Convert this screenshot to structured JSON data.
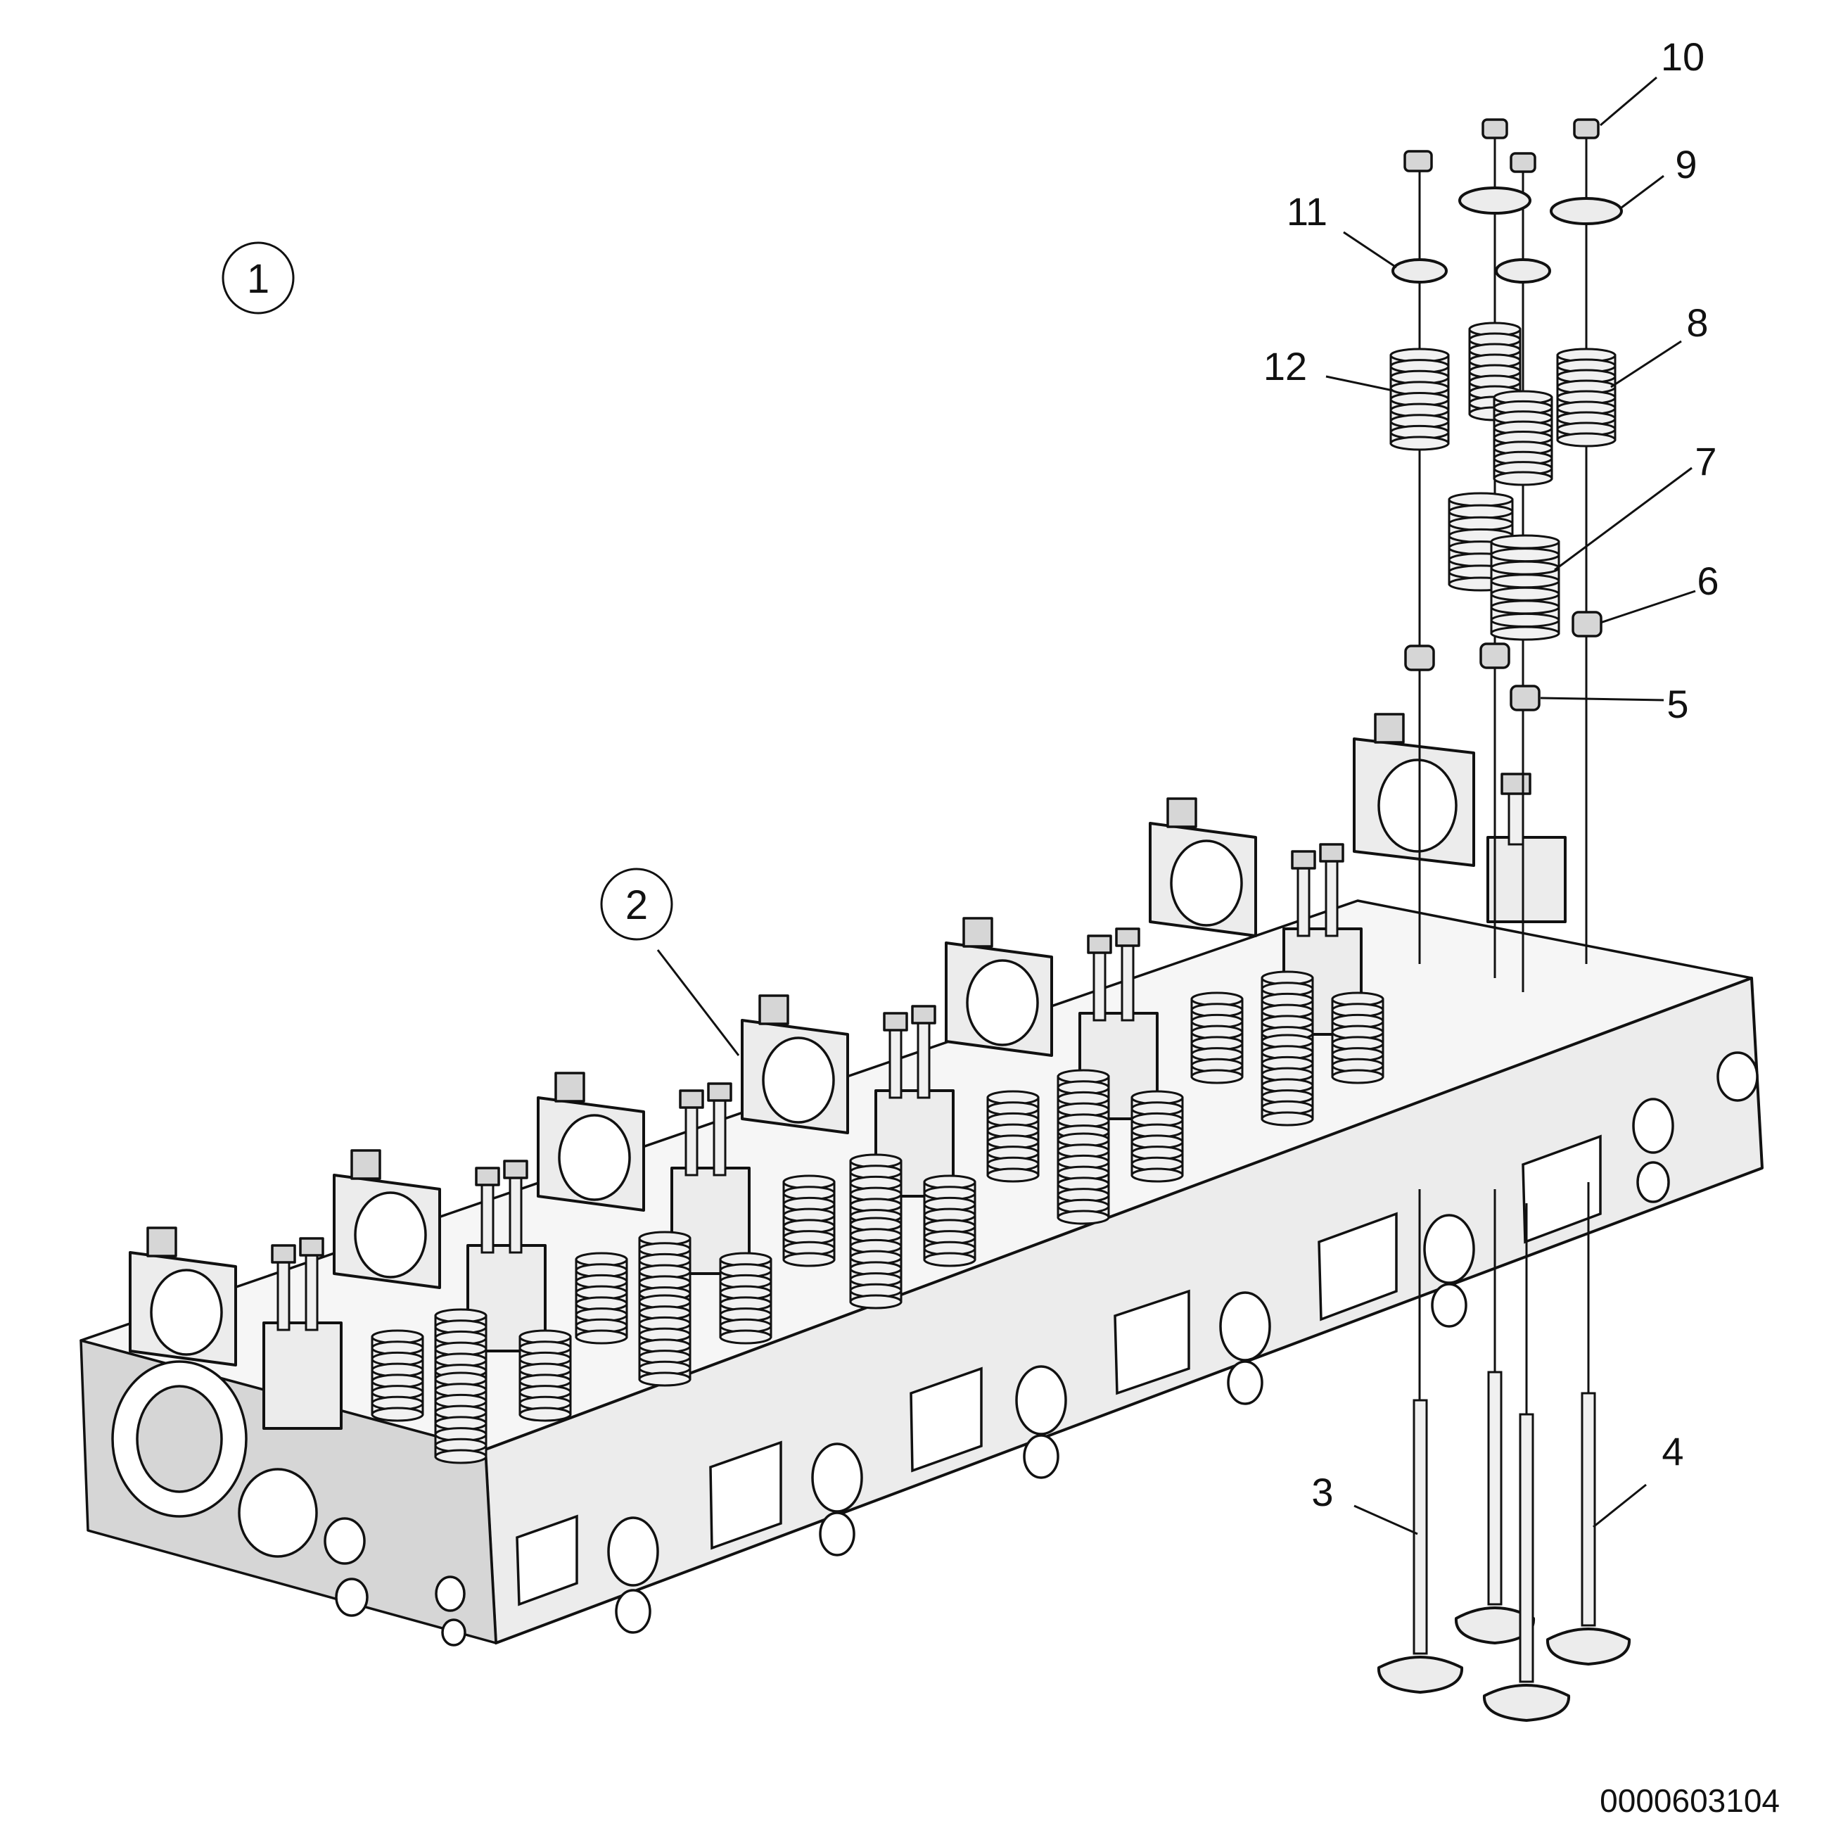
{
  "figure": {
    "document_number": "0000603104",
    "assemblies": [
      {
        "label": "1"
      },
      {
        "label": "2"
      }
    ],
    "callouts": [
      {
        "label": "3"
      },
      {
        "label": "4"
      },
      {
        "label": "5"
      },
      {
        "label": "6"
      },
      {
        "label": "7"
      },
      {
        "label": "8"
      },
      {
        "label": "9"
      },
      {
        "label": "10"
      },
      {
        "label": "11"
      },
      {
        "label": "12"
      }
    ]
  },
  "colors": {
    "line": "#111111",
    "part_fill": "#ececec",
    "background": "#ffffff"
  }
}
